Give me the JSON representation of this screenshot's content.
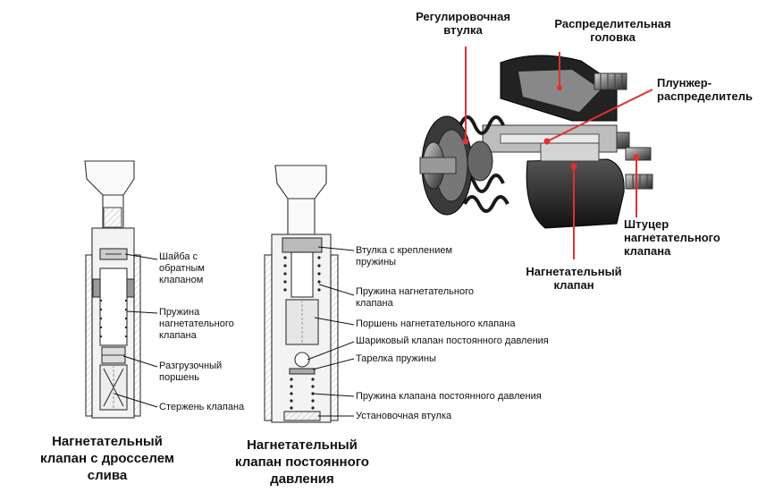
{
  "left_valve": {
    "caption": "Нагнетательный\nклапан с дросселем\nслива",
    "labels": {
      "washer": "Шайба с\nобратным\nклапаном",
      "spring": "Пружина\nнагнетательного\nклапана",
      "piston": "Разгрузочный\nпоршень",
      "stem": "Стержень клапана"
    }
  },
  "middle_valve": {
    "caption": "Нагнетательный\nклапан постоянного\nдавления",
    "labels": {
      "sleeve": "Втулка с креплением\nпружины",
      "spring": "Пружина нагнетательного\nклапана",
      "piston": "Поршень нагнетательного клапана",
      "ball_valve": "Шариковый клапан постоянного давления",
      "plate": "Тарелка пружины",
      "cp_spring": "Пружина клапана постоянного давления",
      "setting_sleeve": "Установочная втулка"
    }
  },
  "pump": {
    "labels": {
      "control_sleeve": "Регулировочная\nвтулка",
      "distributor_head": "Распределительная\nголовка",
      "plunger": "Плунжер-\nраспределитель",
      "fitting": "Штуцер\nнагнетательного\nклапана",
      "delivery_valve": "Нагнетательный\nклапан"
    }
  },
  "colors": {
    "leader": "#e03030",
    "outline": "#333333"
  }
}
